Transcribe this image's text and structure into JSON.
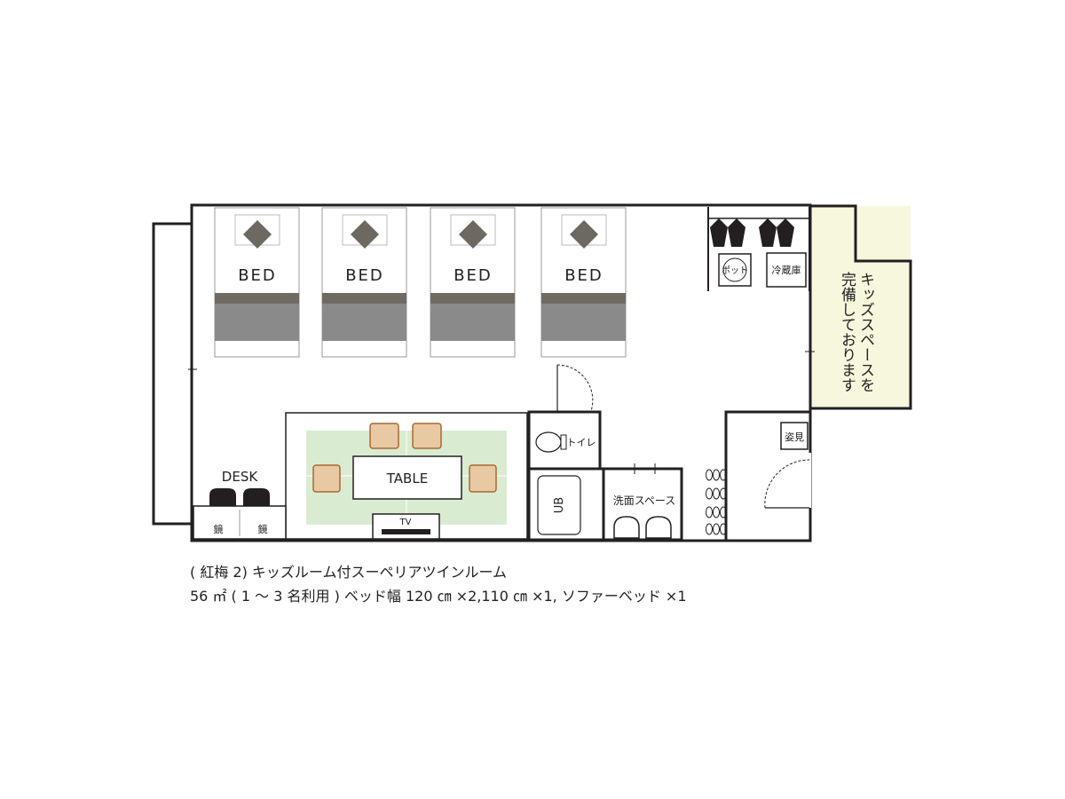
{
  "beds": [
    {
      "label": "BED"
    },
    {
      "label": "BED"
    },
    {
      "label": "BED"
    },
    {
      "label": "BED"
    }
  ],
  "labels": {
    "desk": "DESK",
    "mirror": "鏡",
    "table": "TABLE",
    "tv": "TV",
    "toilet": "トイレ",
    "unit_bath": "UB",
    "washroom": "洗面スペース",
    "pot": "ポット",
    "fridge": "冷蔵庫",
    "full_mirror": "姿見",
    "kids_space_line1": "キッズスペースを",
    "kids_space_line2": "完備しております"
  },
  "caption": {
    "line1": "( 紅梅 2) キッズルーム付スーペリアツインルーム",
    "line2": "56 ㎡ ( 1 ～ 3 名利用 )  ベッド幅 120 ㎝ ×2,110 ㎝ ×1, ソファーベッド ×1"
  },
  "colors": {
    "wall": "#231f20",
    "bedspread": "#8a8a8a",
    "bed_runner": "#6f6a62",
    "tatami": "#d9ecd2",
    "cushion": "#e8c9a4",
    "cushion_border": "#a9692e",
    "kids_area": "#f6f7dc"
  }
}
